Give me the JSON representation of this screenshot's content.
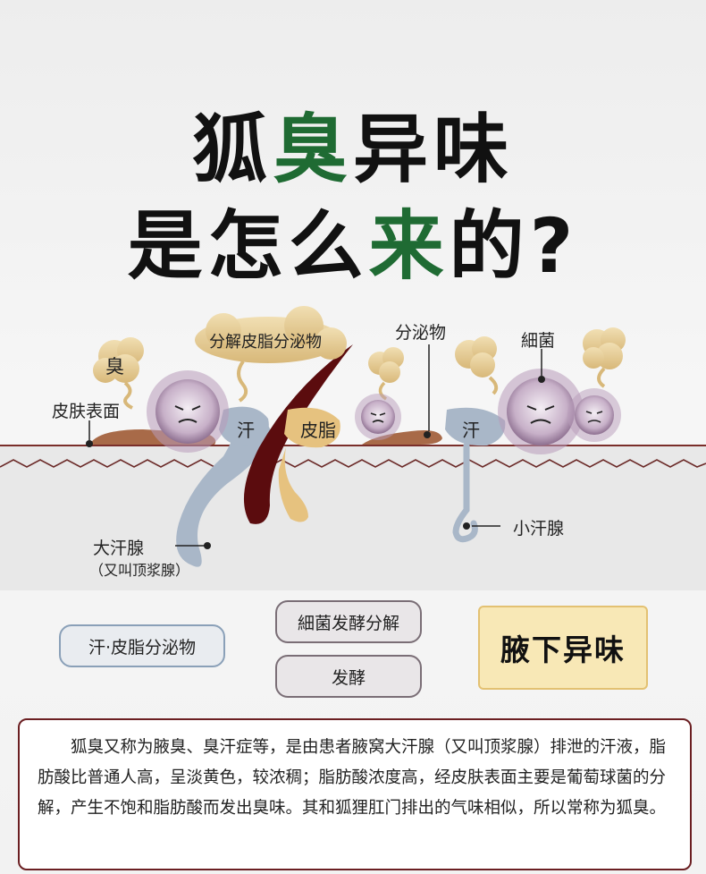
{
  "title": {
    "line1_part1": "狐",
    "line1_part2": "臭",
    "line1_part3": "异味",
    "line2_part1": "是怎么",
    "line2_part2": "来",
    "line2_part3": "的?"
  },
  "diagram": {
    "labels": {
      "odor": "臭",
      "decompose": "分解皮脂分泌物",
      "secretion": "分泌物",
      "bacteria": "細菌",
      "skin_surface": "皮肤表面",
      "sweat_left": "汗",
      "sebum": "皮脂",
      "sweat_right": "汗",
      "apocrine": "大汗腺",
      "apocrine_alias": "（又叫顶浆腺）",
      "eccrine": "小汗腺"
    }
  },
  "flow": {
    "source": "汗·皮脂分泌物",
    "step_top": "細菌发酵分解",
    "step_bottom": "发酵",
    "result": "腋下异味"
  },
  "description": "狐臭又称为腋臭、臭汗症等，是由患者腋窝大汗腺（又叫顶浆腺）排泄的汗液，脂肪酸比普通人高，呈淡黄色，较浓稠；脂肪酸浓度高，经皮肤表面主要是葡萄球菌的分解，产生不饱和脂肪酸而发出臭味。其和狐狸肛门排出的气味相似，所以常称为狐臭。",
  "colors": {
    "accent_green": "#1f6b33",
    "frame": "#6b1f22",
    "bacteria": "#c7b0c8",
    "sweat": "#a9b7c8",
    "sebum": "#e6c27f",
    "skin": "#a86a48"
  }
}
